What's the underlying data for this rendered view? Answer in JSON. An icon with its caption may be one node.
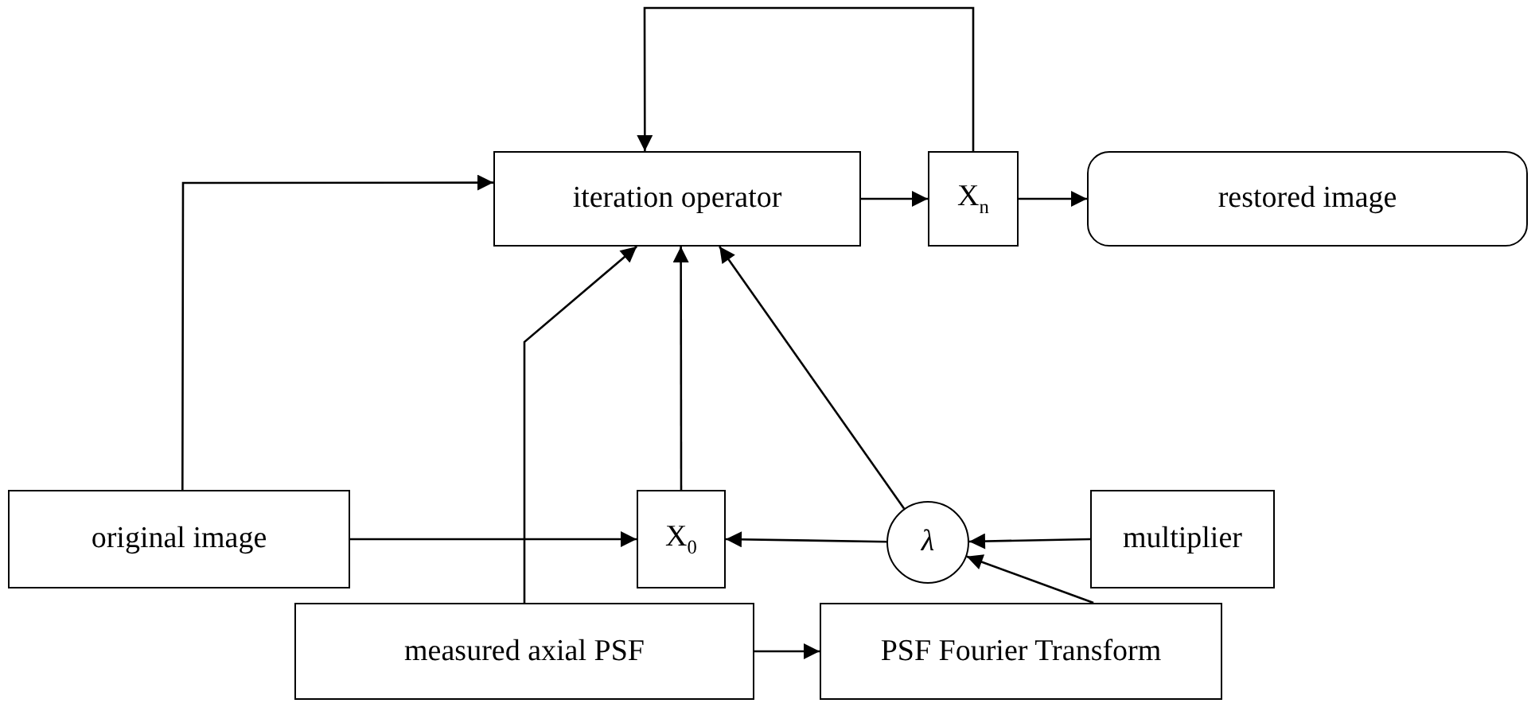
{
  "diagram": {
    "nodes": [
      {
        "text": [
          "iteration operator"
        ]
      },
      {
        "text": [
          "X$_{n}$"
        ]
      },
      {
        "text": [
          "restored image"
        ]
      },
      {
        "text": [
          "original image"
        ]
      },
      {
        "text": [
          "X$_{0}$"
        ]
      },
      {
        "text": [
          "λ"
        ]
      },
      {
        "text": [
          "multiplier"
        ]
      },
      {
        "text": [
          "measured axial PSF"
        ]
      },
      {
        "text": [
          "PSF Fourier Transform"
        ]
      }
    ],
    "edges": [
      {
        "from": 0,
        "to": 1,
        "arrow": "to"
      },
      {
        "from": 1,
        "to": 2,
        "arrow": "to"
      },
      {
        "from": 1,
        "to": 0,
        "arrow": "to"
      },
      {
        "from": 3,
        "to": 0,
        "arrow": "to"
      },
      {
        "from": 3,
        "to": 4,
        "arrow": "to"
      },
      {
        "from": 4,
        "to": 0,
        "arrow": "to"
      },
      {
        "from": 5,
        "to": 4,
        "arrow": "to"
      },
      {
        "from": 6,
        "to": 5,
        "arrow": "to"
      },
      {
        "from": 5,
        "to": 0,
        "arrow": "to"
      },
      {
        "from": 7,
        "to": 0,
        "arrow": "to"
      },
      {
        "from": 7,
        "to": 8,
        "arrow": "to"
      },
      {
        "from": 8,
        "to": 5,
        "arrow": "to"
      }
    ]
  }
}
